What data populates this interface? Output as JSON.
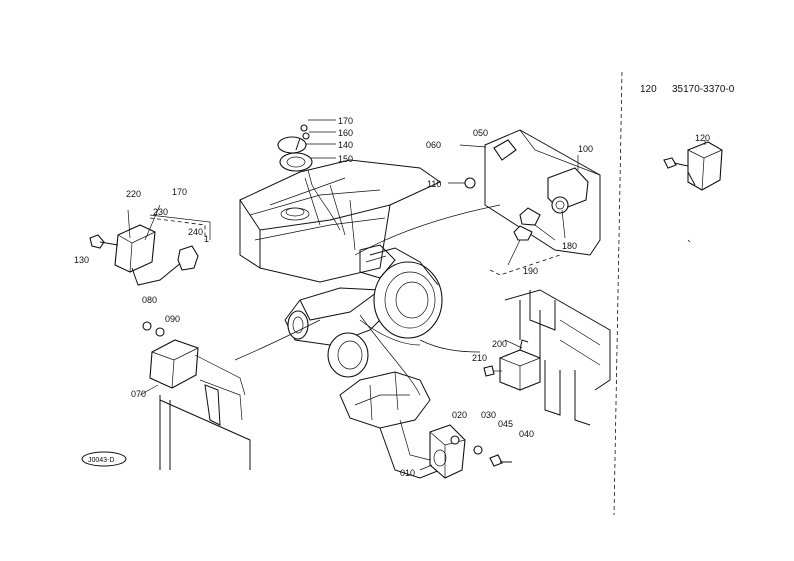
{
  "header": {
    "item_number": "120",
    "part_number": "35170-3370-0"
  },
  "callouts": [
    {
      "id": "c170a",
      "text": "170"
    },
    {
      "id": "c160",
      "text": "160"
    },
    {
      "id": "c140",
      "text": "140"
    },
    {
      "id": "c150",
      "text": "150"
    },
    {
      "id": "c220",
      "text": "220"
    },
    {
      "id": "c170b",
      "text": "170"
    },
    {
      "id": "c230",
      "text": "230"
    },
    {
      "id": "c240",
      "text": "240"
    },
    {
      "id": "c130",
      "text": "130"
    },
    {
      "id": "c060",
      "text": "060"
    },
    {
      "id": "c050",
      "text": "050"
    },
    {
      "id": "c100",
      "text": "100"
    },
    {
      "id": "c110",
      "text": "110"
    },
    {
      "id": "c180",
      "text": "180"
    },
    {
      "id": "c190",
      "text": "190"
    },
    {
      "id": "c080",
      "text": "080"
    },
    {
      "id": "c090",
      "text": "090"
    },
    {
      "id": "c070",
      "text": "070"
    },
    {
      "id": "c200",
      "text": "200"
    },
    {
      "id": "c210",
      "text": "210"
    },
    {
      "id": "c020",
      "text": "020"
    },
    {
      "id": "c030",
      "text": "030"
    },
    {
      "id": "c045",
      "text": "045"
    },
    {
      "id": "c040",
      "text": "040"
    },
    {
      "id": "c010",
      "text": "010"
    },
    {
      "id": "c120",
      "text": "120"
    }
  ],
  "bracket_mark": "1",
  "drawing_ref": "J0043-D"
}
